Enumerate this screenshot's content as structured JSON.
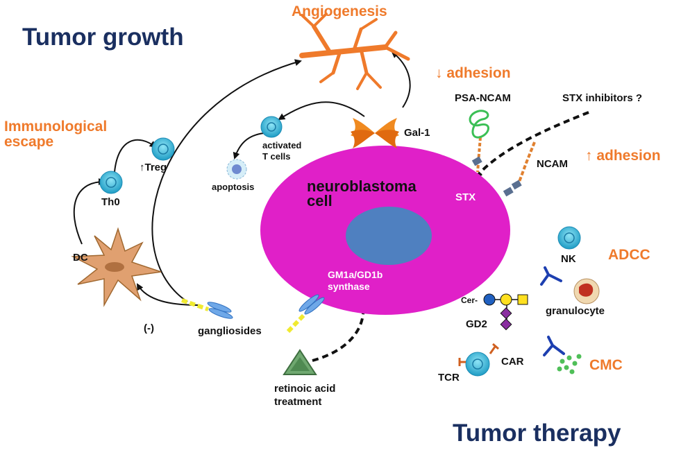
{
  "headings": {
    "tumor_growth": "Tumor growth",
    "tumor_therapy": "Tumor therapy"
  },
  "orange_labels": {
    "angiogenesis": "Angiogenesis",
    "immunological_escape": "Immunological\nescape",
    "decreased_adhesion": "↓ adhesion",
    "increased_adhesion": "↑ adhesion",
    "adcc": "ADCC",
    "cmc": "CMC"
  },
  "labels": {
    "treg": "↑Treg",
    "th0": "Th0",
    "dc": "DC",
    "negative": "(-)",
    "gangliosides": "gangliosides",
    "activated_t_cells": "activated\nT cells",
    "apoptosis": "apoptosis",
    "gal1": "Gal-1",
    "psa_ncam": "PSA-NCAM",
    "stx_inhibitors": "STX inhibitors ?",
    "ncam": "NCAM",
    "stx": "STX",
    "neuroblastoma_cell": "neuroblastoma\ncell",
    "gm1a_gd1b_synthase": "GM1a/GD1b\nsynthase",
    "retinoic_acid_treatment": "retinoic acid\ntreatment",
    "nk": "NK",
    "granulocyte": "granulocyte",
    "cer": "Cer-",
    "gd2": "GD2",
    "tcr": "TCR",
    "car": "CAR"
  },
  "colors": {
    "heading": "#1a2f60",
    "orange": "#ef7a2b",
    "neuroblastoma_cell": "#e020c8",
    "nucleus": "#4f80c0",
    "immune_cell": "#3ab6d6",
    "dendritic_cell": "#e0a070",
    "antibody": "#1d3fb0",
    "gd2_blue": "#2060c0",
    "gd2_yellow": "#ffe020",
    "gd2_purple": "#8a2fa0",
    "retinoic_acid": "#4f8a52",
    "complement": "#4fbf58",
    "ganglioside_tail": "#f0ea30"
  }
}
